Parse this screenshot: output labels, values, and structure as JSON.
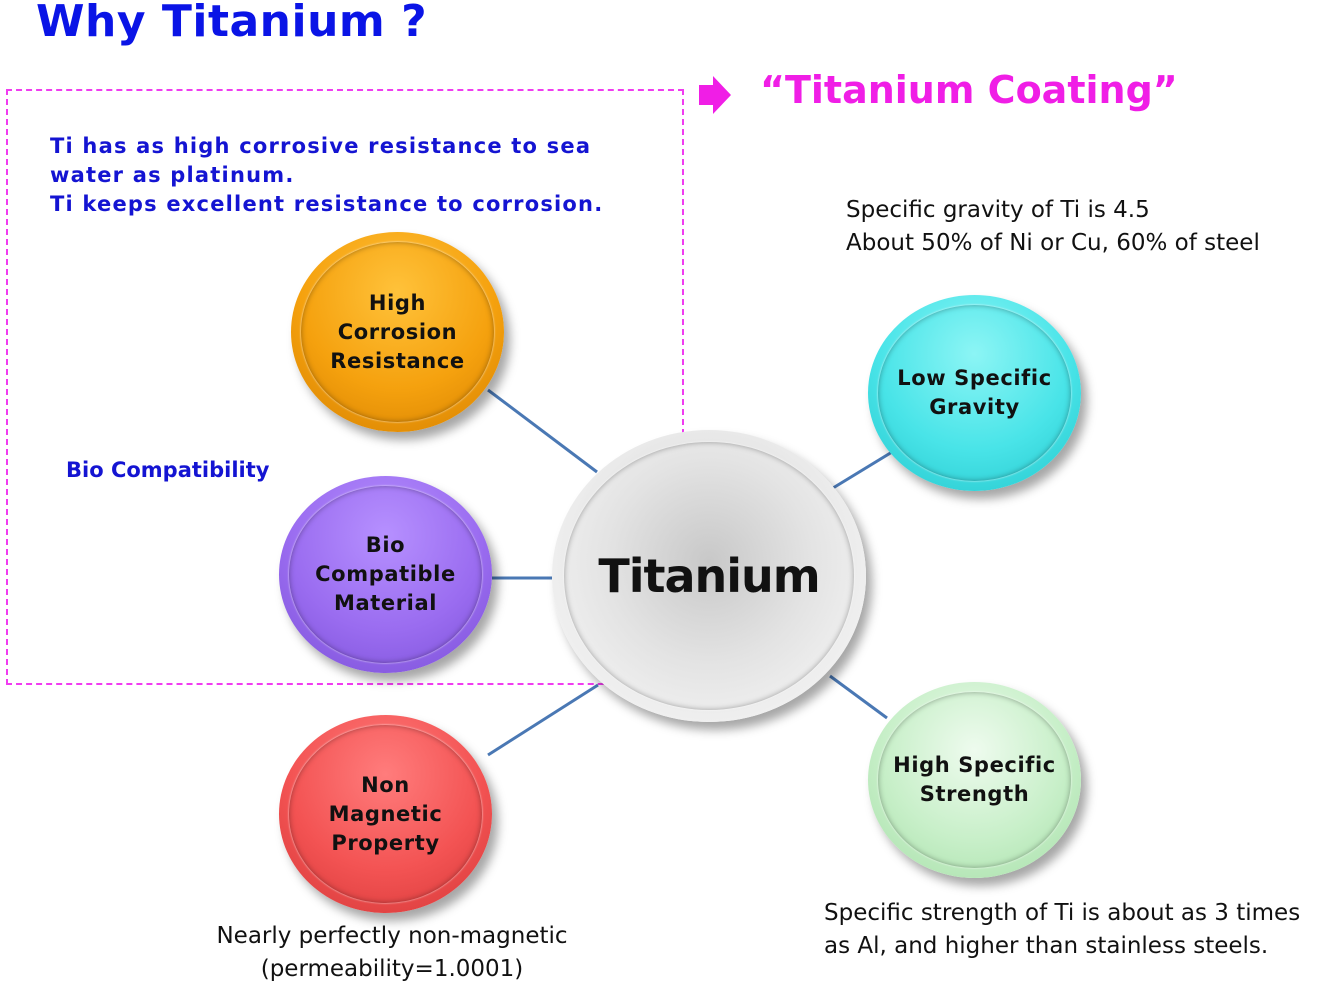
{
  "header": {
    "title": "Why Titanium ?",
    "coating": "“Titanium Coating”"
  },
  "notes": {
    "corrosion": [
      "Ti has as high corrosive resistance to sea",
      "water as platinum.",
      "Ti keeps excellent resistance to corrosion."
    ],
    "bio": "Bio Compatibility",
    "gravity": [
      "Specific gravity of Ti is 4.5",
      "About 50% of Ni or Cu, 60% of steel"
    ],
    "strength": [
      "Specific strength of Ti is about as 3 times",
      "as Al, and higher than stainless steels."
    ],
    "magnetic": [
      "Nearly perfectly non-magnetic",
      "(permeability=1.0001)"
    ]
  },
  "nodes": {
    "center": "Titanium",
    "corrosion": [
      "High",
      "Corrosion",
      "Resistance"
    ],
    "bio": [
      "Bio",
      "Compatible",
      "Material"
    ],
    "magnetic": [
      "Non",
      "Magnetic",
      "Property"
    ],
    "gravity": [
      "Low Specific",
      "Gravity"
    ],
    "strength": [
      "High Specific",
      "Strength"
    ]
  },
  "colors": {
    "title": "#0a14e6",
    "coating": "#f01ee6",
    "dashed_box": "#f03cf0",
    "connector": "#4a78b4",
    "corrosion_node": "#f5a10e",
    "bio_node": "#9a6cf0",
    "magnetic_node": "#f35353",
    "gravity_node": "#49e4e8",
    "strength_node": "#c7efc8",
    "center_node": "#e3e3e3"
  },
  "icons": {
    "coating_arrow": "arrow-right-icon"
  }
}
